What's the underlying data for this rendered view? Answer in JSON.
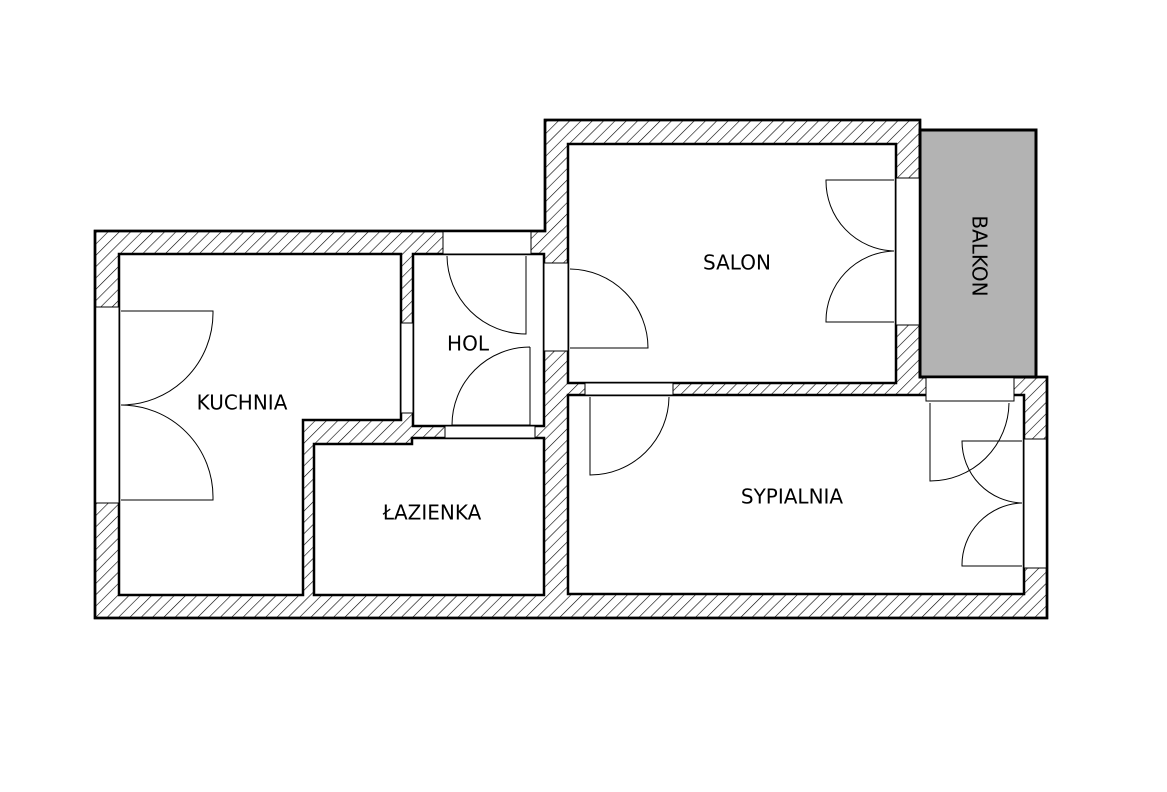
{
  "rooms": {
    "kuchnia": "KUCHNIA",
    "hol": "HOL",
    "lazienka": "ŁAZIENKA",
    "salon": "SALON",
    "sypialnia": "SYPIALNIA",
    "balkon": "BALKON"
  },
  "colors": {
    "wall_hatch": "#000000",
    "balcony_fill": "#b3b3b3",
    "background": "#ffffff"
  }
}
